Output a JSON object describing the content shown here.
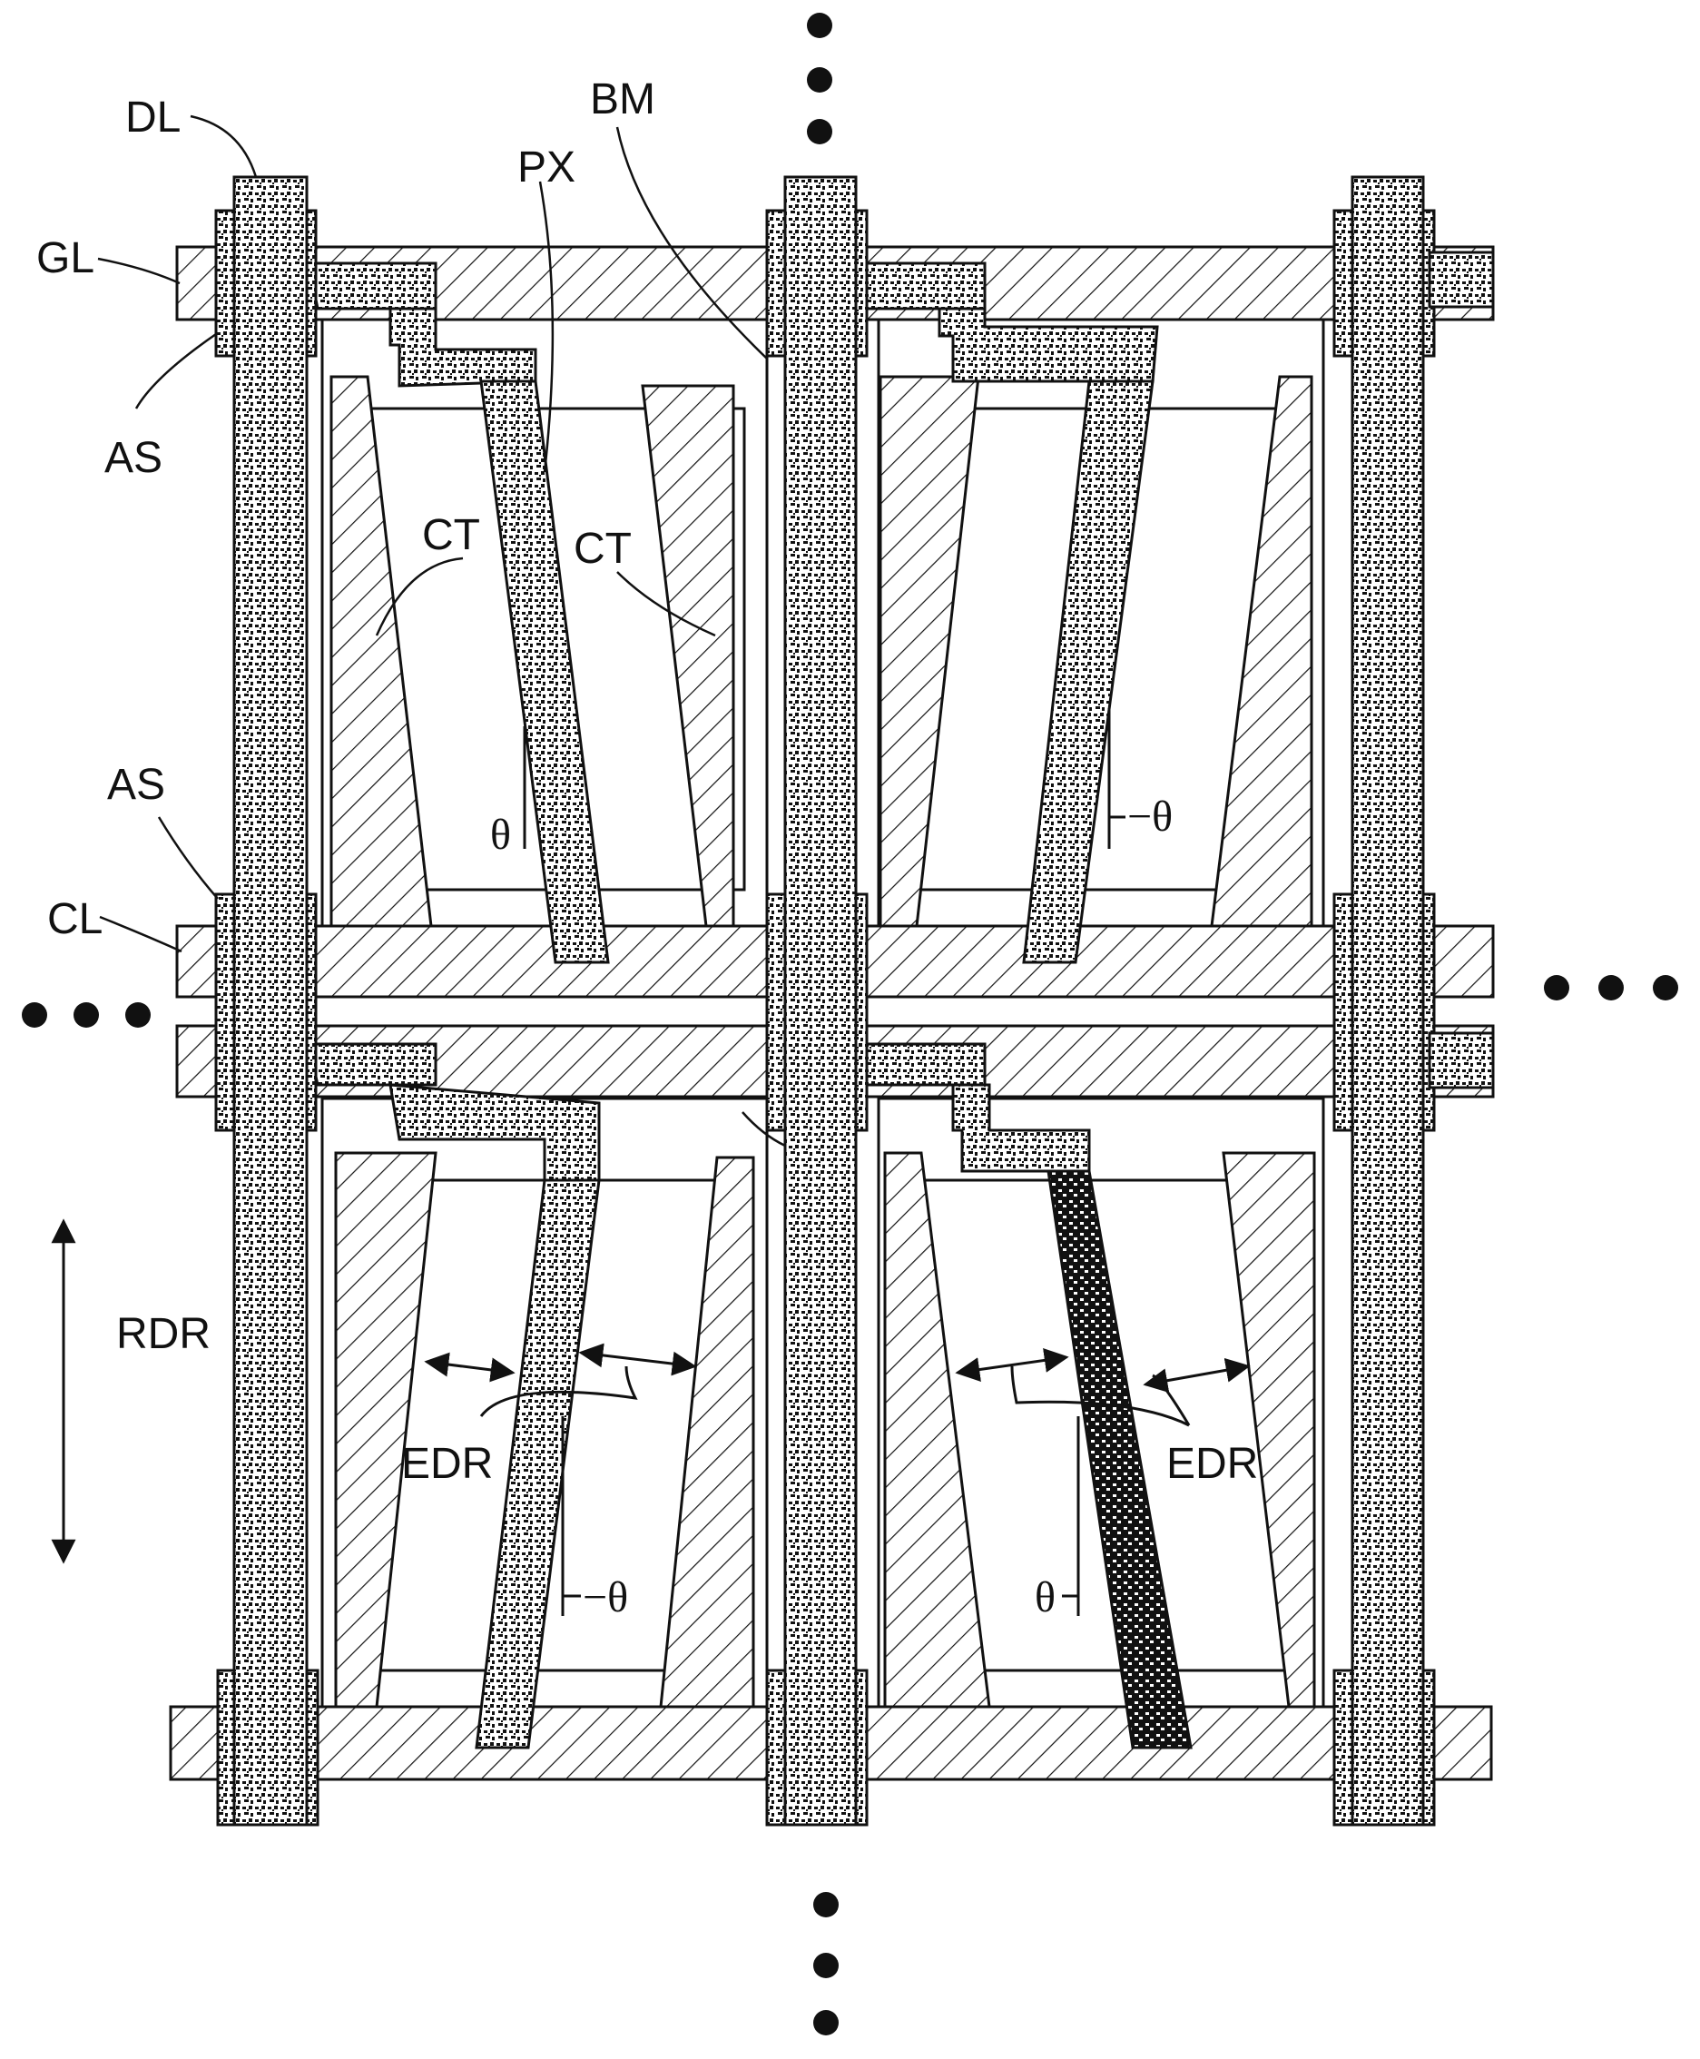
{
  "labels": {
    "dl": "DL",
    "bm": "BM",
    "px": "PX",
    "gl": "GL",
    "as_top": "AS",
    "ct_left": "CT",
    "ct_right": "CT",
    "as_mid": "AS",
    "cl": "CL",
    "rdr": "RDR",
    "edr_left": "EDR",
    "edr_right": "EDR",
    "theta_tl": "θ",
    "theta_tr": "−θ",
    "theta_bl": "−θ",
    "theta_br": "θ"
  },
  "colors": {
    "ink": "#111111",
    "paper": "#ffffff"
  }
}
